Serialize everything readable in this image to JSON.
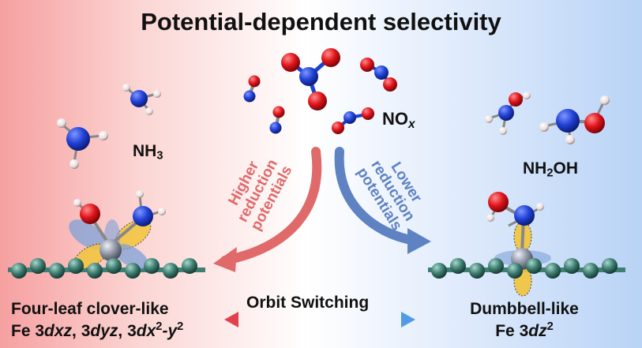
{
  "title": "Potential-dependent selectivity",
  "labels": {
    "nox_main": "NO",
    "nox_sub": "x",
    "nh3_main": "NH",
    "nh3_sub": "3",
    "nh2oh_a": "NH",
    "nh2oh_sub": "2",
    "nh2oh_b": "OH"
  },
  "arrows": {
    "higher": [
      "Higher",
      "reduction",
      "potentials"
    ],
    "lower": [
      "Lower",
      "reduction",
      "potentials"
    ]
  },
  "orbit_label": "Orbit Switching",
  "left_caption": {
    "line1": "Four-leaf clover-like",
    "fe": "Fe 3",
    "o1": "dxz",
    "sep1": ", 3",
    "o2": "dyz",
    "sep2": ", 3",
    "o3": "dx",
    "sup3": "2",
    "dash": "-",
    "y": "y",
    "sup4": "2"
  },
  "right_caption": {
    "line1": "Dumbbell-like",
    "fe": "Fe 3",
    "dz": "dz",
    "sup": "2"
  },
  "colors": {
    "nitrogen": "#1f3fd0",
    "oxygen": "#e0141b",
    "hydrogen": "#efe3e3",
    "carbon": "#3f7e72",
    "iron": "#8f95a6",
    "orbital_yellow": "#f2c53a",
    "orbital_blue": "#7ea2d8",
    "higher_arrow": "#e06a6a",
    "lower_arrow": "#5e82c2"
  }
}
